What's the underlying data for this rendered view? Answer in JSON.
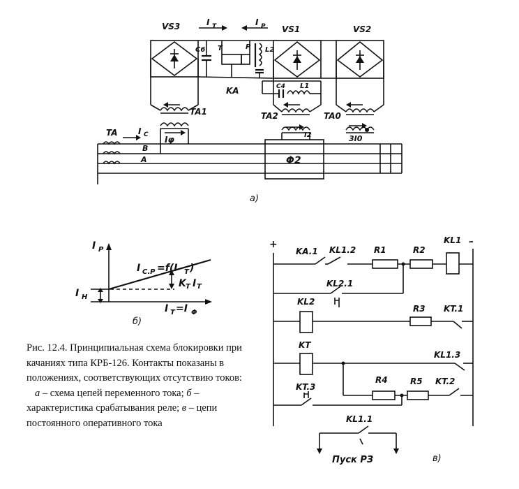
{
  "figure_a": {
    "labels": {
      "vs3": "VS3",
      "vs1": "VS1",
      "vs2": "VS2",
      "it_top": "I",
      "it_top_sub": "T",
      "ip_top": "I",
      "ip_top_sub": "P",
      "c6": "C6",
      "t": "T",
      "p": "P",
      "l2": "L2",
      "ka": "KA",
      "c4": "C4",
      "l1": "L1",
      "ta1": "TA1",
      "ta2": "TA2",
      "ta0": "TA0",
      "ta": "TA",
      "ic": "I",
      "ic_sub": "C",
      "b": "B",
      "a_phase": "A",
      "iphi": "Iφ",
      "i2": "I2",
      "i0": "3I0",
      "f2": "Φ2"
    },
    "sublabel": "а)"
  },
  "figure_b": {
    "y_axis": "I",
    "y_axis_sub": "P",
    "x_axis": "I",
    "x_axis_sub": "T",
    "x_axis_rest": "=I",
    "x_axis_rest_sub": "Φ",
    "line_label": "I",
    "line_label_sub": "С.Р",
    "line_label_rest": "=f(I",
    "line_label_sub2": "T",
    "line_label_end": ")",
    "slope_label": "K",
    "slope_label_sub": "T",
    "slope_label_rest": "I",
    "slope_label_sub2": "T",
    "offset_label": "I",
    "offset_label_sub": "Н",
    "sublabel": "б)"
  },
  "figure_c": {
    "plus": "+",
    "minus": "–",
    "ka1": "KA.1",
    "kl12": "KL1.2",
    "r1": "R1",
    "r2": "R2",
    "kl1": "KL1",
    "kl21": "KL2.1",
    "kl2": "KL2",
    "r3": "R3",
    "kt1": "KT.1",
    "kt": "KT",
    "kl13": "KL1.3",
    "r4": "R4",
    "r5": "R5",
    "kt2": "KT.2",
    "kt3": "KT.3",
    "kl11": "KL1.1",
    "start": "Пуск РЗ",
    "sublabel": "в)"
  },
  "caption": {
    "title": "Рис. 12.4. Принципиальная схема блокировки при качаниях типа КРБ-126. Контакты показаны в положениях, соответствующих отсутствию токов:",
    "item_a_letter": "а",
    "item_a": " – схема цепей переменного тока; ",
    "item_b_letter": "б",
    "item_b": " – характеристика срабатывания реле; ",
    "item_c_letter": "в",
    "item_c": " – цепи постоянного оперативного тока"
  }
}
